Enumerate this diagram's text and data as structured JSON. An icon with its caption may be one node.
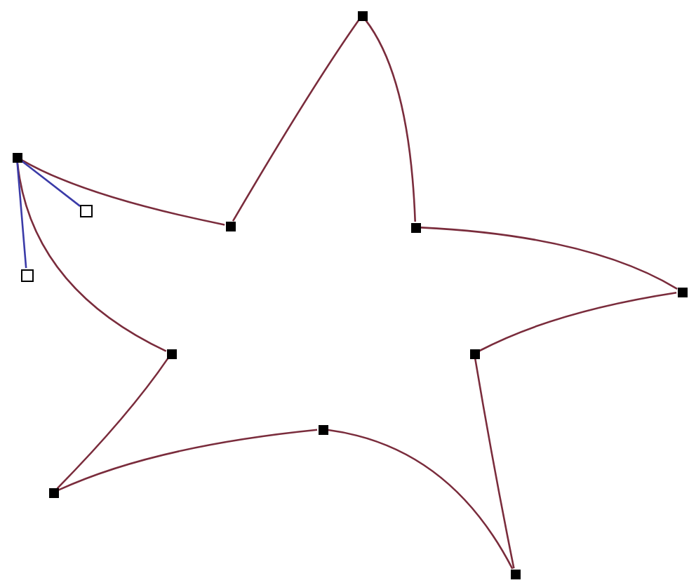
{
  "diagram": {
    "nodes": [
      {
        "text": [],
        "shape": "box"
      },
      {
        "text": [],
        "shape": "box"
      },
      {
        "text": [],
        "shape": "box"
      },
      {
        "text": [],
        "shape": "box"
      },
      {
        "text": [],
        "shape": "box"
      },
      {
        "text": [],
        "shape": "box"
      },
      {
        "text": [],
        "shape": "box"
      },
      {
        "text": [],
        "shape": "box"
      },
      {
        "text": [],
        "shape": "box"
      },
      {
        "text": [],
        "shape": "box"
      },
      {
        "text": [],
        "shape": "box"
      },
      {
        "text": [],
        "shape": "box"
      }
    ],
    "edges": [
      {
        "from": 0,
        "to": 3,
        "arrow": "none"
      },
      {
        "from": 3,
        "to": 4,
        "arrow": "none"
      },
      {
        "from": 4,
        "to": 6,
        "arrow": "none"
      },
      {
        "from": 6,
        "to": 9,
        "arrow": "none"
      },
      {
        "from": 9,
        "to": 7,
        "arrow": "none"
      },
      {
        "from": 7,
        "to": 8,
        "arrow": "none"
      },
      {
        "from": 8,
        "to": 5,
        "arrow": "none"
      },
      {
        "from": 5,
        "to": 1,
        "arrow": "none"
      },
      {
        "from": 1,
        "to": 2,
        "arrow": "none"
      },
      {
        "from": 2,
        "to": 0,
        "arrow": "none"
      },
      {
        "from": 1,
        "to": 10,
        "arrow": "none",
        "color": "#3b3ba8"
      },
      {
        "from": 1,
        "to": 11,
        "arrow": "none",
        "color": "#3b3ba8"
      }
    ]
  }
}
